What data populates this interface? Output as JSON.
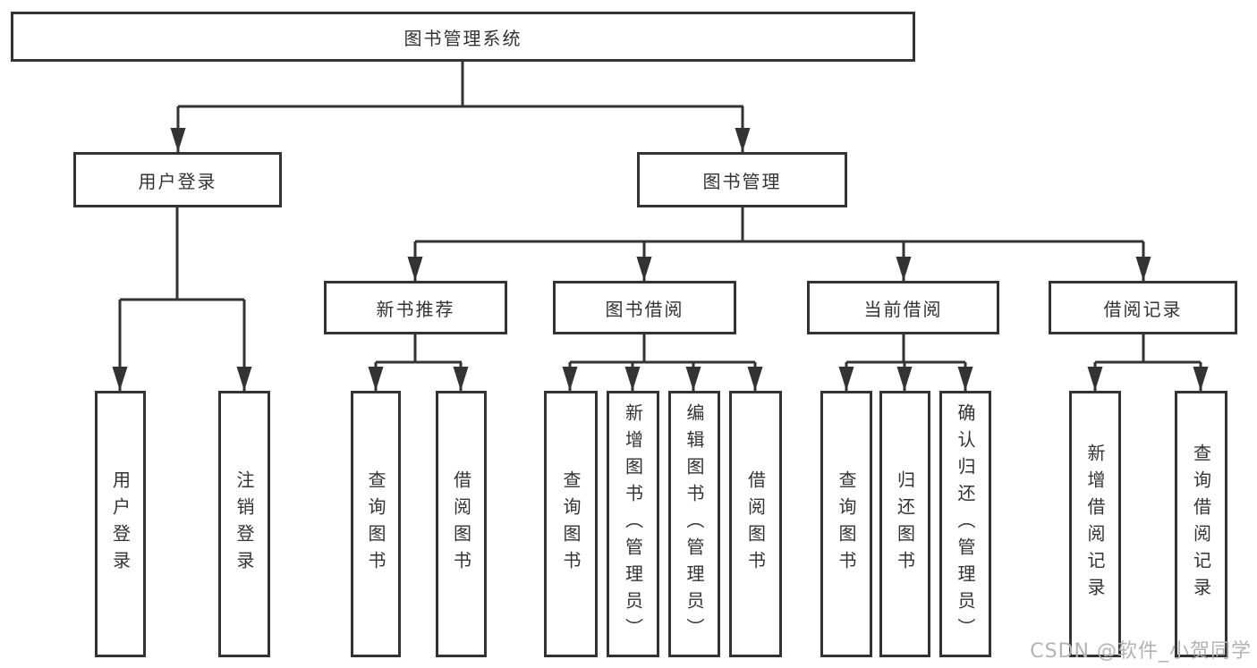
{
  "nodes": {
    "root": {
      "label": "图书管理系统"
    },
    "level2": [
      {
        "label": "用户登录"
      },
      {
        "label": "图书管理"
      }
    ],
    "level3": [
      {
        "label": "新书推荐"
      },
      {
        "label": "图书借阅"
      },
      {
        "label": "当前借阅"
      },
      {
        "label": "借阅记录"
      }
    ],
    "leaves": [
      {
        "label": "用户登录"
      },
      {
        "label": "注销登录"
      },
      {
        "label": "查询图书"
      },
      {
        "label": "借阅图书"
      },
      {
        "label": "查询图书"
      },
      {
        "label": "新增图书（管理员）"
      },
      {
        "label": "编辑图书（管理员）"
      },
      {
        "label": "借阅图书"
      },
      {
        "label": "查询图书"
      },
      {
        "label": "归还图书"
      },
      {
        "label": "确认归还（管理员）"
      },
      {
        "label": "新增借阅记录"
      },
      {
        "label": "查询借阅记录"
      }
    ]
  },
  "watermark": {
    "text": "CSDN @软件_小贺同学"
  },
  "colors": {
    "line": "#333333",
    "text": "#333333",
    "background": "#ffffff",
    "watermark": "#b3b3b3"
  }
}
